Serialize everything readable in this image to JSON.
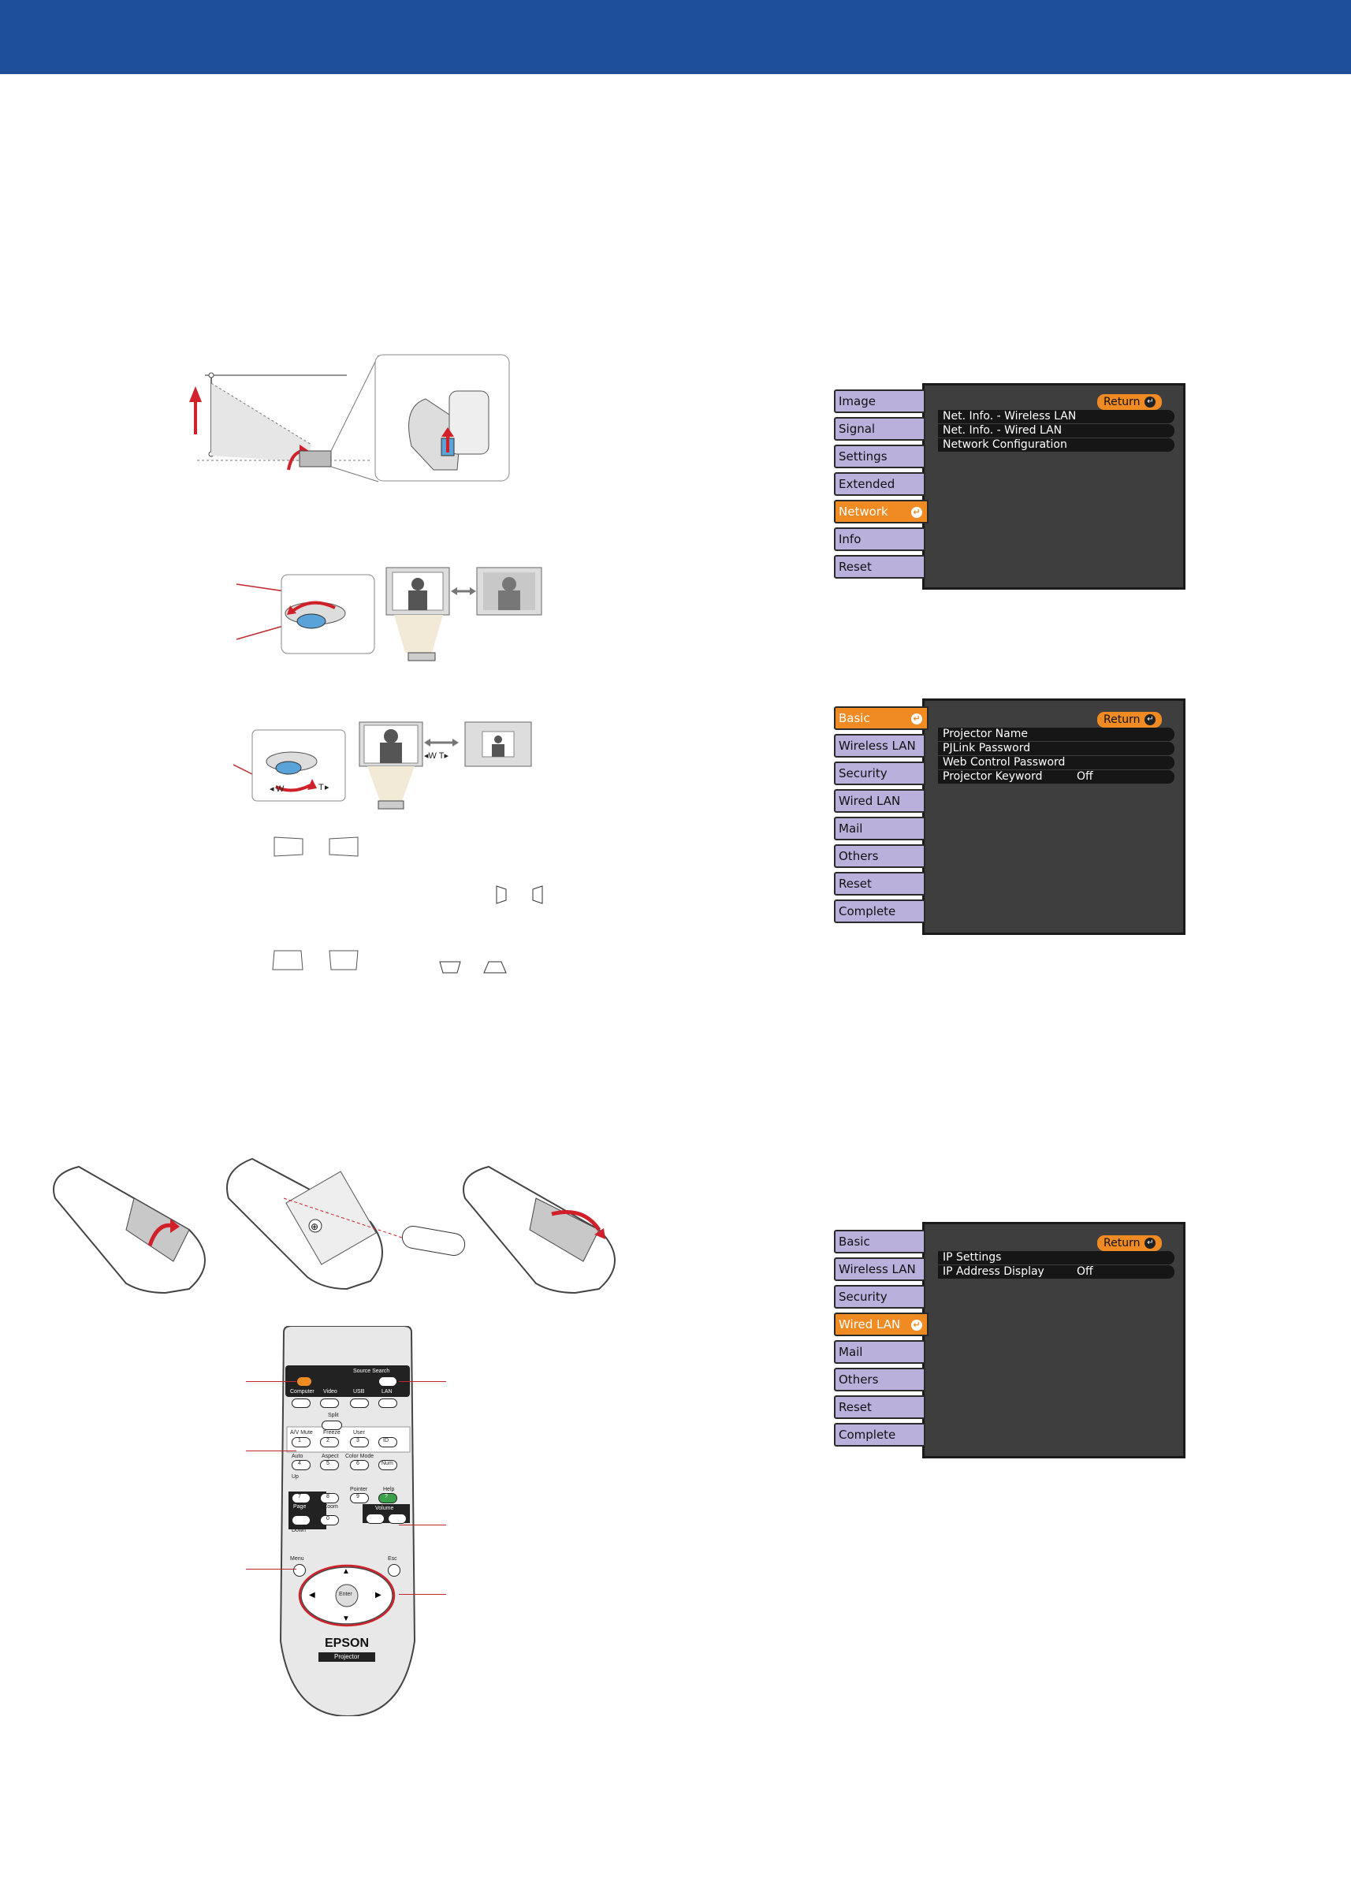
{
  "menu_network": {
    "tabs": [
      "Image",
      "Signal",
      "Settings",
      "Extended",
      "Network",
      "Info",
      "Reset"
    ],
    "active": "Network",
    "return_label": "Return",
    "items": [
      {
        "label": "Net. Info. - Wireless LAN",
        "value": ""
      },
      {
        "label": "Net. Info. - Wired LAN",
        "value": ""
      },
      {
        "label": "Network Configuration",
        "value": ""
      }
    ]
  },
  "menu_basic": {
    "tabs": [
      "Basic",
      "Wireless LAN",
      "Security",
      "Wired LAN",
      "Mail",
      "Others",
      "Reset",
      "Complete"
    ],
    "active": "Basic",
    "return_label": "Return",
    "items": [
      {
        "label": "Projector Name",
        "value": ""
      },
      {
        "label": "PJLink Password",
        "value": ""
      },
      {
        "label": "Web Control Password",
        "value": ""
      },
      {
        "label": "Projector Keyword",
        "value": "Off"
      }
    ]
  },
  "menu_wired": {
    "tabs": [
      "Basic",
      "Wireless LAN",
      "Security",
      "Wired LAN",
      "Mail",
      "Others",
      "Reset",
      "Complete"
    ],
    "active": "Wired LAN",
    "return_label": "Return",
    "items": [
      {
        "label": "IP Settings",
        "value": ""
      },
      {
        "label": "IP Address Display",
        "value": "Off"
      }
    ]
  },
  "illustrations": {
    "zoom_wide": "W",
    "zoom_tele": "T"
  },
  "remote": {
    "brand": "EPSON",
    "product": "Projector",
    "labels": {
      "source_search": "Source Search",
      "computer": "Computer",
      "video": "Video",
      "usb": "USB",
      "lan": "LAN",
      "split": "Split",
      "av_mute": "A/V Mute",
      "freeze": "Freeze",
      "user": "User",
      "auto": "Auto",
      "aspect": "Aspect",
      "color_mode": "Color Mode",
      "up": "Up",
      "pointer": "Pointer",
      "help": "Help",
      "page": "Page",
      "ezoom": "E-Zoom",
      "volume": "Volume",
      "down": "Down",
      "menu": "Menu",
      "esc": "Esc",
      "enter": "Enter",
      "num": "Num"
    },
    "keys": [
      "1",
      "2",
      "3",
      "ID",
      "4",
      "5",
      "6",
      "Num",
      "7",
      "8",
      "9",
      "?",
      "0"
    ]
  },
  "colors": {
    "header_blue": "#1d4f9a",
    "menu_orange": "#f08a22",
    "menu_tab": "#b9b0dc",
    "menu_panel": "#3e3e3e",
    "callout_red": "#c0272d"
  }
}
